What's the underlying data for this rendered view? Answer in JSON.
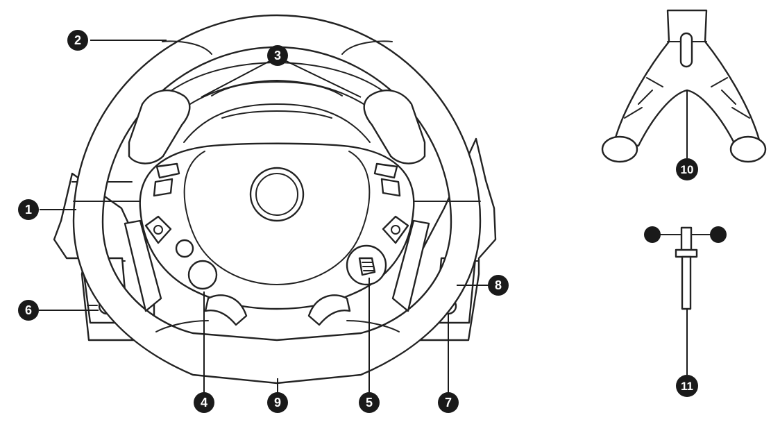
{
  "callouts": [
    {
      "id": "1",
      "label": "1"
    },
    {
      "id": "2",
      "label": "2"
    },
    {
      "id": "3",
      "label": "3"
    },
    {
      "id": "4",
      "label": "4"
    },
    {
      "id": "5",
      "label": "5"
    },
    {
      "id": "6",
      "label": "6"
    },
    {
      "id": "7",
      "label": "7"
    },
    {
      "id": "8",
      "label": "8"
    },
    {
      "id": "9",
      "label": "9"
    },
    {
      "id": "10",
      "label": "10"
    },
    {
      "id": "11",
      "label": "11"
    }
  ],
  "colors": {
    "line": "#222222",
    "badge": "#1a1a1a",
    "badge_text": "#ffffff",
    "background": "#ffffff"
  }
}
